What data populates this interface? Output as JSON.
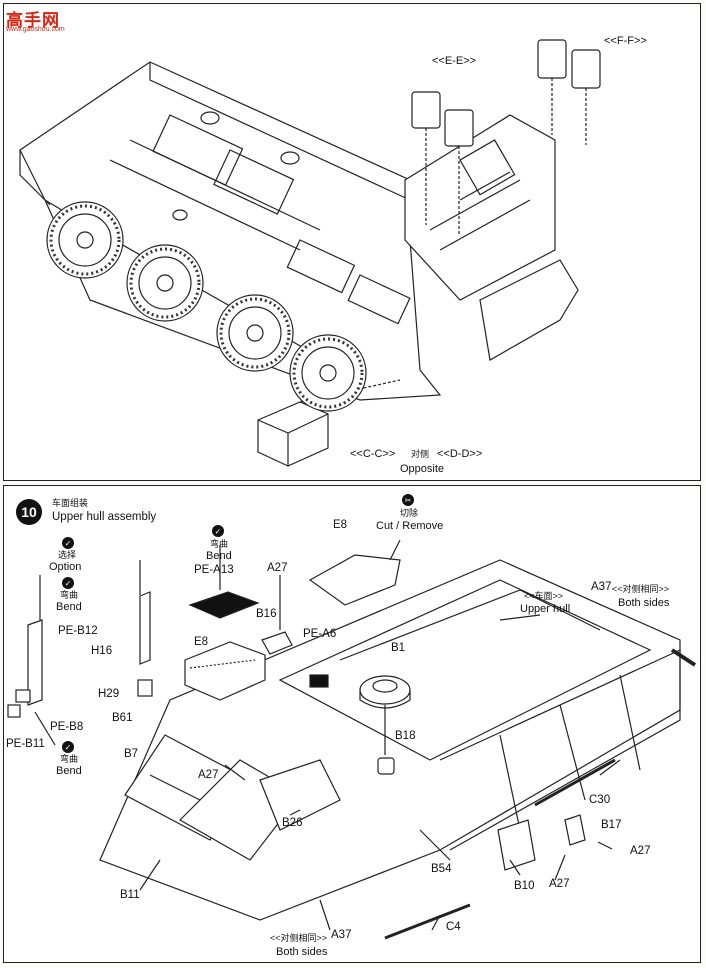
{
  "watermark": {
    "brand": "高手网",
    "url": "www.gaoshou.com"
  },
  "top_panel": {
    "callouts": {
      "ee": "<<E-E>>",
      "ff": "<<F-F>>",
      "cc": "<<C-C>>",
      "dd": "<<D-D>>",
      "opposite_cn": "对侧",
      "opposite": "Opposite"
    }
  },
  "step": {
    "number": "10",
    "title_cn": "车面组装",
    "title": "Upper hull assembly"
  },
  "notes": {
    "option_cn": "选择",
    "option": "Option",
    "bend_cn_1": "弯曲",
    "bend_1": "Bend",
    "bend_cn_2": "弯曲",
    "bend_2": "Bend",
    "bend_cn_3": "弯曲",
    "bend_3": "Bend",
    "cut_cn": "切除",
    "cut": "Cut / Remove",
    "upper_hull_cn": "<<车面>>",
    "upper_hull": "Upper hull",
    "both_sides_cn_1": "<<对侧相同>>",
    "both_sides_1": "Both sides",
    "both_sides_cn_2": "<<对侧相同>>",
    "both_sides_2": "Both sides"
  },
  "parts": {
    "e8_top": "E8",
    "pe_a13": "PE-A13",
    "a27_top": "A27",
    "b16": "B16",
    "pe_a6": "PE-A6",
    "b1": "B1",
    "e8_mid": "E8",
    "pe_b12": "PE-B12",
    "h16": "H16",
    "h29": "H29",
    "pe_b8": "PE-B8",
    "pe_b11": "PE-B11",
    "b61": "B61",
    "b7": "B7",
    "a27_mid": "A27",
    "b18": "B18",
    "b26": "B26",
    "b11": "B11",
    "b54": "B54",
    "a37_top": "A37",
    "c30": "C30",
    "b17": "B17",
    "a27_right": "A27",
    "b10": "B10",
    "a27_bottom": "A27",
    "c4": "C4",
    "a37_bottom": "A37"
  }
}
